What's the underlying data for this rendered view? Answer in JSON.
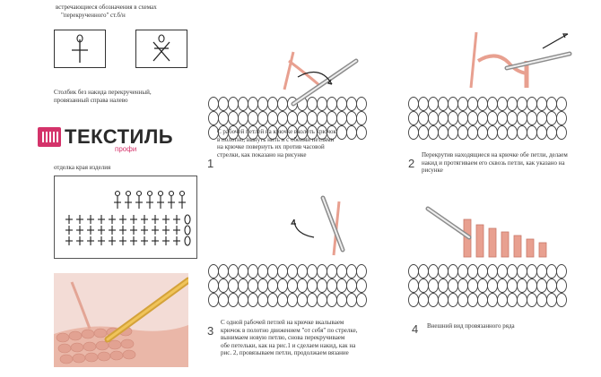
{
  "top_note": {
    "line1": "встречающиеся обозначения в схемах",
    "line2": "\"перекрученного\" ст.б/н"
  },
  "symbols": [
    {
      "icon": "twisted-single-crochet-symbol"
    },
    {
      "icon": "crossed-stitch-symbol"
    }
  ],
  "caption_stitch": {
    "line1": "Столбик без накида перекрученный,",
    "line2": "провязанный справа налево"
  },
  "logo": {
    "name": "ТЕКСТИЛЬ",
    "sub": "профи",
    "brand_color": "#d4336a"
  },
  "edge_title": "отделка края изделия",
  "steps": [
    {
      "number": "1",
      "lines": [
        "С рабочей петлей на крючке вколоть крючок",
        "в полотно, вынуть нить и с обеими петлями",
        "на крючке повернуть их против часовой",
        "стрелки, как показано на рисунке"
      ]
    },
    {
      "number": "2",
      "lines": [
        "Перекрутив находящиеся на крючке обе петли, делаем",
        "накид и протягиваем его сквозь петли, как указано на",
        "рисунке"
      ]
    },
    {
      "number": "3",
      "lines": [
        "С одной рабочей петлей на крючке вкалываем",
        "крючок в полотно движением \"от себя\" по стрелке,",
        " вынимаем новую петлю, снова перекручиваем",
        "обе петельки, как на рис.1 и сделаем накид, как на",
        "рис. 2, провязываем петли,   продолжаем вязание"
      ]
    },
    {
      "number": "4",
      "lines": [
        "Внешний  вид провязанного ряда"
      ]
    }
  ],
  "colors": {
    "yarn_pink": "#e8a090",
    "hook_tan": "#c9b79a",
    "sample_bg": "#efd6cf",
    "stitch_outline": "#444444"
  }
}
